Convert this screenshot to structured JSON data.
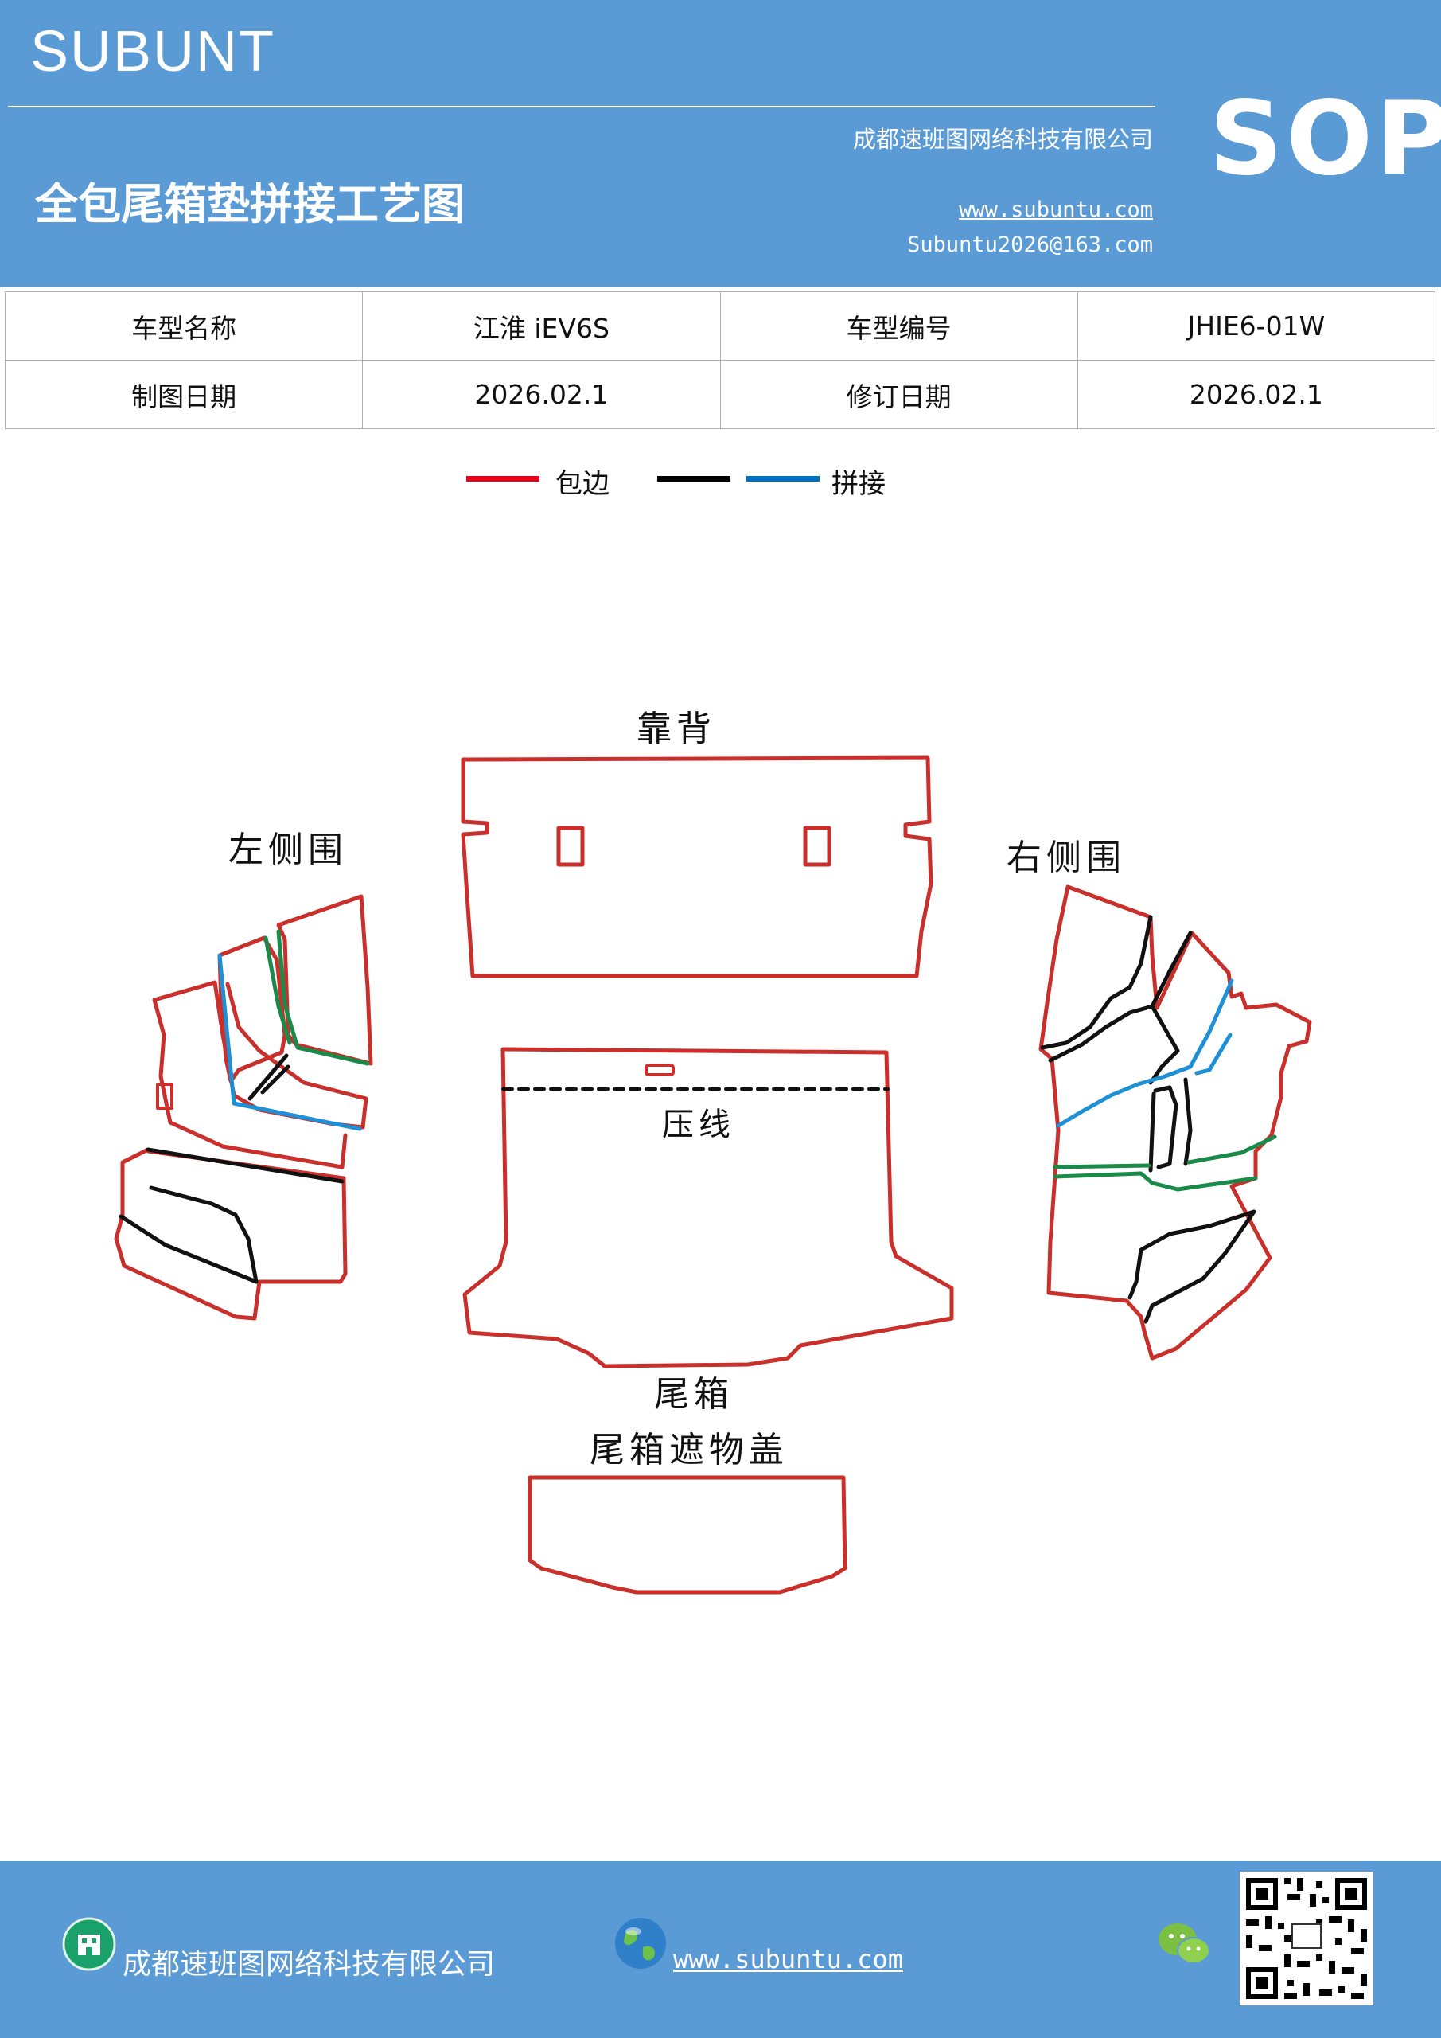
{
  "header": {
    "brand": "SUBUNT",
    "title": "全包尾箱垫拼接工艺图",
    "company": "成都速班图网络科技有限公司",
    "website": "www.subuntu.com",
    "email": "Subuntu2026@163.com",
    "badge": "SOP"
  },
  "info": {
    "model_name_label": "车型名称",
    "model_name": "江淮 iEV6S",
    "model_code_label": "车型编号",
    "model_code": "JHIE6-01W",
    "draw_date_label": "制图日期",
    "draw_date": "2026.02.1",
    "revise_date_label": "修订日期",
    "revise_date": "2026.02.1"
  },
  "legend": {
    "hem_label": "包边",
    "splice_label": "拼接",
    "colors": {
      "hem": "#e8001c",
      "splice_black": "#000000",
      "splice_blue": "#0070c0"
    }
  },
  "diagram": {
    "backrest": "靠背",
    "left_side": "左侧围",
    "right_side": "右侧围",
    "press_line": "压线",
    "trunk": "尾箱",
    "cover": "尾箱遮物盖",
    "colors": {
      "outline": "#c9302c",
      "seam_black": "#111111",
      "seam_blue": "#1e90d6",
      "seam_green": "#1a8a4a"
    }
  },
  "footer": {
    "company": "成都速班图网络科技有限公司",
    "website": "www.subuntu.com",
    "icons": [
      "building-icon",
      "globe-icon",
      "wechat-icon",
      "qr-code"
    ]
  }
}
